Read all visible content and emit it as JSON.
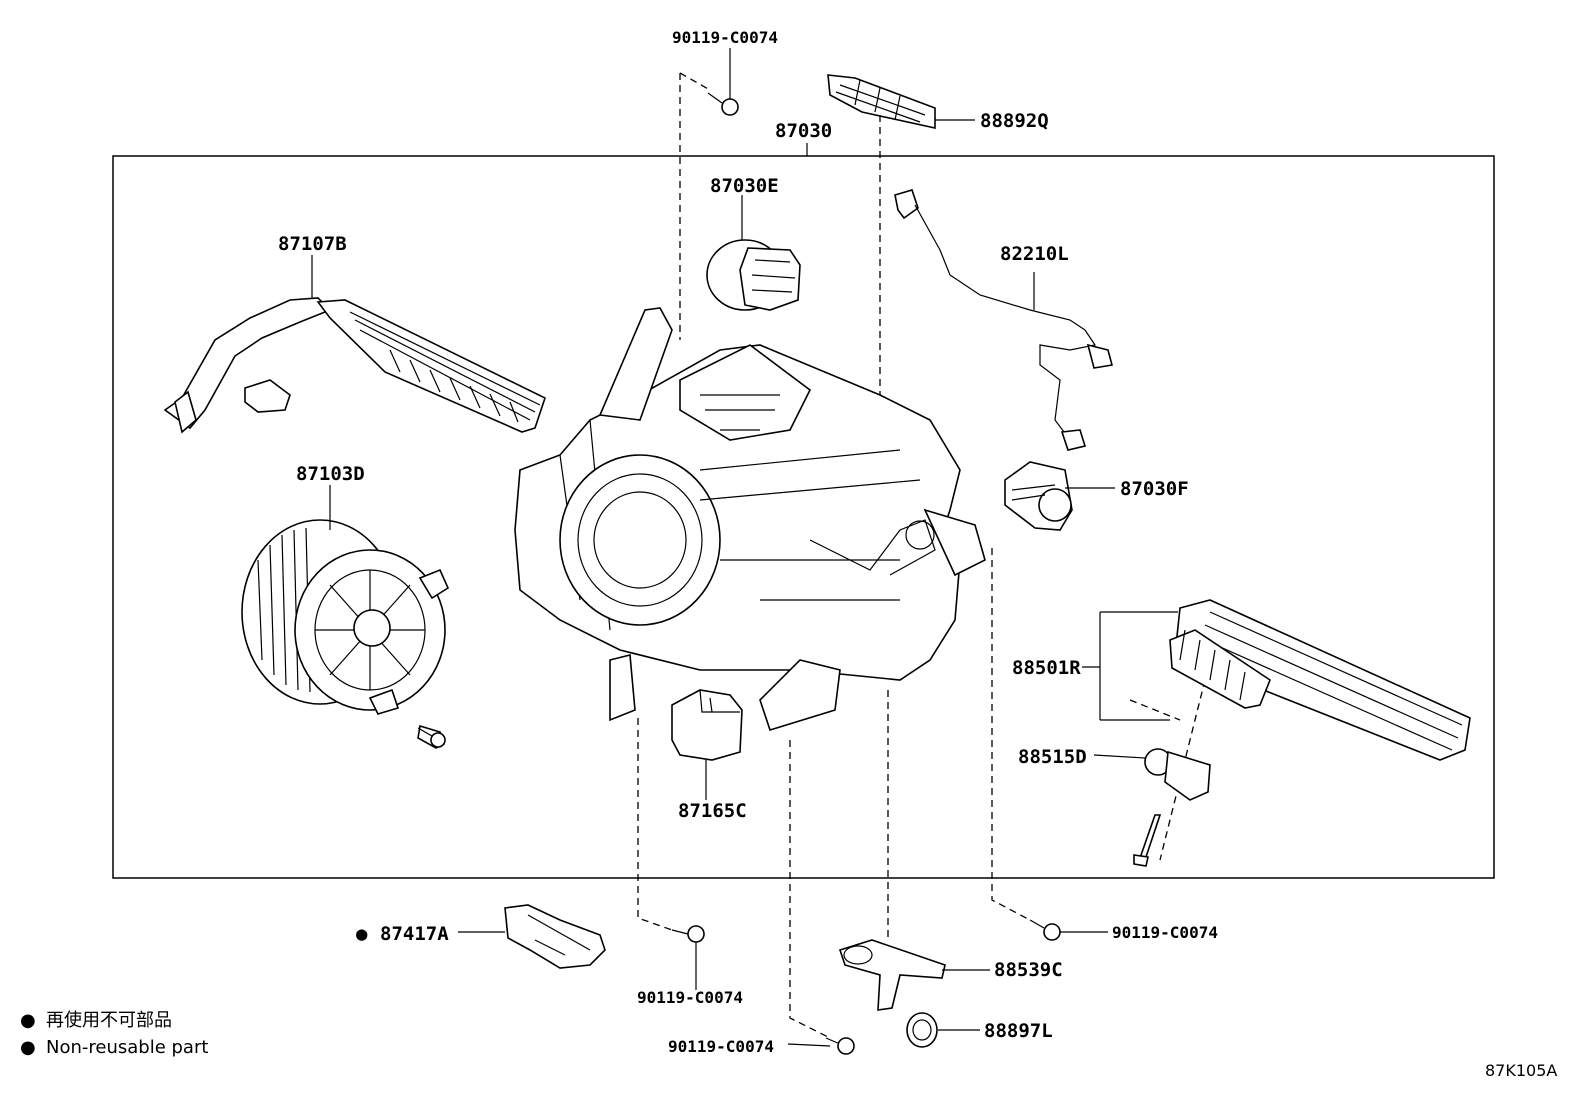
{
  "parts": {
    "p87030": "87030",
    "p87030E": "87030E",
    "p87107B": "87107B",
    "p87103D": "87103D",
    "p82210L": "82210L",
    "p87030F": "87030F",
    "p88892Q": "88892Q",
    "p88501R": "88501R",
    "p88515D": "88515D",
    "p87165C": "87165C",
    "p87417A": "87417A",
    "p88539C": "88539C",
    "p88897L": "88897L",
    "bolt_top": "90119-C0074",
    "bolt_right": "90119-C0074",
    "bolt_bottom_mid": "90119-C0074",
    "bolt_bottom_left": "90119-C0074"
  },
  "legend": {
    "symbol": "●",
    "jp": "再使用不可部品",
    "en": "Non-reusable part"
  },
  "figure_code": "87K105A",
  "non_reusable_marker": "●"
}
